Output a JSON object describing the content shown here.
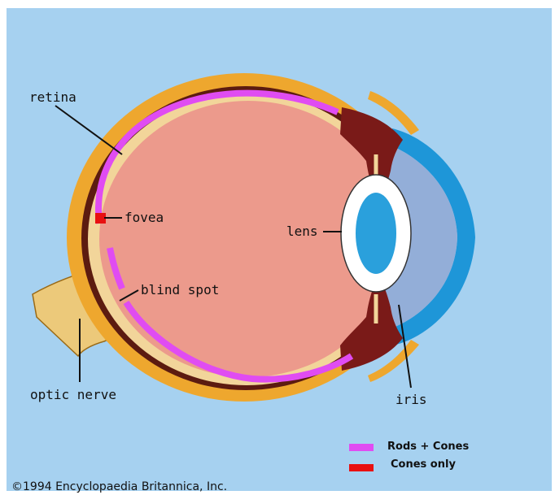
{
  "colors": {
    "background": "#a6d1f0",
    "sclera": "#eea72e",
    "choroid": "#5c1b10",
    "retina_layer": "#f2d59a",
    "vitreous": "#ec9a8c",
    "rods_cones": "#e04cf2",
    "cones_only": "#e81010",
    "optic_nerve": "#ecc97a",
    "ciliary": "#7a1a18",
    "cornea": "#1e96d8",
    "anterior_chamber": "#93aed8",
    "lens_outer": "#ffffff",
    "lens_inner": "#2aa0dc"
  },
  "labels": {
    "retina": "retina",
    "fovea": "fovea",
    "blind_spot": "blind spot",
    "lens": "lens",
    "optic_nerve": "optic nerve",
    "iris": "iris"
  },
  "legend": {
    "rods_cones": "Rods + Cones",
    "cones_only": "Cones only"
  },
  "copyright": "©1994 Encyclopaedia Britannica, Inc."
}
